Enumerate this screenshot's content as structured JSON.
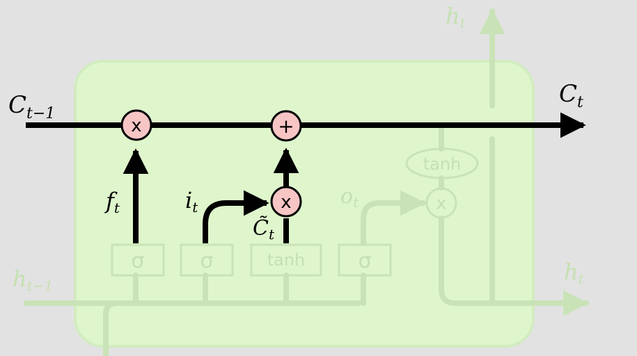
{
  "labels": {
    "c_prev": {
      "main": "C",
      "sub": "t−1"
    },
    "c_out": {
      "main": "C",
      "sub": "t"
    },
    "h_prev": {
      "main": "h",
      "sub": "t−1"
    },
    "h_out_right": {
      "main": "h",
      "sub": "t"
    },
    "h_out_top": {
      "main": "h",
      "sub": "t"
    },
    "forget_gate": {
      "main": "f",
      "sub": "t"
    },
    "input_gate": {
      "main": "i",
      "sub": "t"
    },
    "candidate": {
      "main": "C̃",
      "sub": "t"
    },
    "output_gate": {
      "main": "o",
      "sub": "t"
    }
  },
  "layers": {
    "sigma_forget": "σ",
    "sigma_input": "σ",
    "tanh_candidate": "tanh",
    "sigma_output": "σ"
  },
  "ops": {
    "forget_multiply": "x",
    "cell_add": "+",
    "input_multiply": "x",
    "output_multiply": "x",
    "cell_tanh": "tanh"
  },
  "colors": {
    "background": "#e2e2e2",
    "cell_fill": "#dff6cc",
    "cell_stroke": "#d2ecc0",
    "faded_line": "#c9e3b6",
    "faded_text": "#c5e0b2",
    "active_line": "#000000",
    "op_fill": "#f8c5c5"
  }
}
